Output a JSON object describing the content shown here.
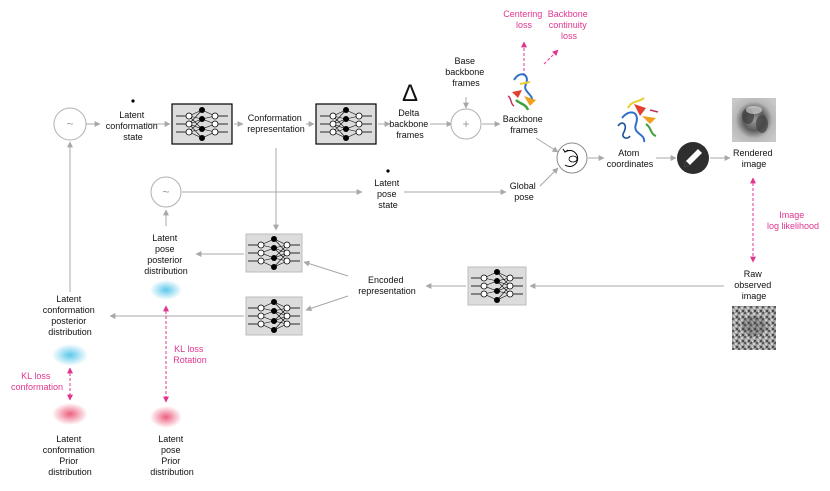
{
  "colors": {
    "arrow": "#a8a8a8",
    "loss": "#e0358f",
    "posterior": "#5cc8ec",
    "prior": "#ec5f7e",
    "network_box": "#dcdcdc"
  },
  "labels": {
    "latent_conf_state": [
      "Latent",
      "conformation",
      "state"
    ],
    "conf_representation": [
      "Conformation",
      "representation"
    ],
    "delta_symbol": "Δ",
    "delta_frames": [
      "Delta",
      "backbone",
      "frames"
    ],
    "base_frames": [
      "Base",
      "backbone",
      "frames"
    ],
    "backbone_frames": [
      "Backbone",
      "frames"
    ],
    "centering_loss": [
      "Centering",
      "loss"
    ],
    "continuity_loss": [
      "Backbone",
      "continuity",
      "loss"
    ],
    "atom_coordinates": [
      "Atom",
      "coordinates"
    ],
    "rendered_image": [
      "Rendered",
      "image"
    ],
    "latent_pose_state": [
      "Latent",
      "pose",
      "state"
    ],
    "global_pose": [
      "Global",
      "pose"
    ],
    "image_log_likelihood": [
      "Image",
      "log likelihood"
    ],
    "pose_posterior": [
      "Latent",
      "pose",
      "posterior",
      "distribution"
    ],
    "encoded_representation": [
      "Encoded",
      "representation"
    ],
    "raw_image": [
      "Raw",
      "observed",
      "image"
    ],
    "conf_posterior": [
      "Latent",
      "conformation",
      "posterior",
      "distribution"
    ],
    "kl_rotation": [
      "KL loss",
      "Rotation"
    ],
    "kl_conformation": [
      "KL loss",
      "conformation"
    ],
    "conf_prior": [
      "Latent",
      "conformation",
      "Prior",
      "distribution"
    ],
    "pose_prior": [
      "Latent",
      "pose",
      "Prior",
      "distribution"
    ]
  },
  "symbols": {
    "tilde": "~",
    "plus": "+"
  },
  "icons": {
    "network": "neural-network-icon",
    "rotate": "rotation-icon",
    "pencil": "pencil-icon",
    "protein": "protein-structure-icon",
    "micrograph": "micrograph-image-icon"
  }
}
